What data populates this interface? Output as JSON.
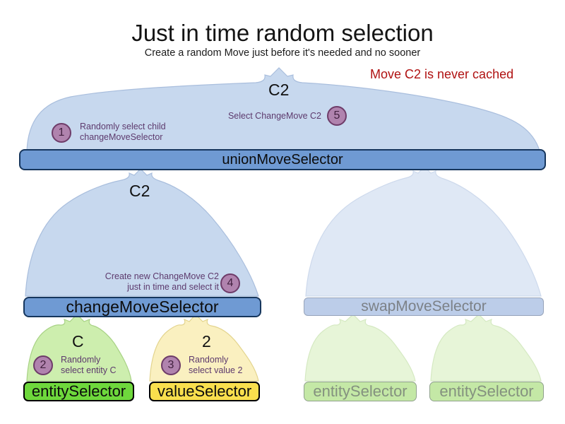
{
  "header": {
    "title": "Just in time random selection",
    "subtitle": "Create a random Move just before it's needed and no sooner",
    "warning": "Move C2 is never cached"
  },
  "flow_labels": {
    "c2_top": "C2",
    "c2_child": "C2",
    "entity_c": "C",
    "value_2": "2"
  },
  "selectors": {
    "union": "unionMoveSelector",
    "change": "changeMoveSelector",
    "swap": "swapMoveSelector",
    "entity": "entitySelector",
    "value": "valueSelector",
    "entity_faded_left": "entitySelector",
    "entity_faded_right": "entitySelector"
  },
  "steps": {
    "s1": {
      "num": "1",
      "line1": "Randomly select child",
      "line2": "changeMoveSelector"
    },
    "s2": {
      "num": "2",
      "line1": "Randomly",
      "line2": "select entity C"
    },
    "s3": {
      "num": "3",
      "line1": "Randomly",
      "line2": "select value 2"
    },
    "s4": {
      "num": "4",
      "line1": "Create new ChangeMove C2",
      "line2": "just in time and select it"
    },
    "s5": {
      "num": "5",
      "line1": "Select ChangeMove C2"
    }
  },
  "colors": {
    "selector_blue": "#6f9ad3",
    "dome_blue": "#c7d8ee",
    "dome_blue_faded": "#dfe8f5",
    "selector_green": "#6ed83c",
    "selector_yellow": "#f9df4d",
    "badge_purple": "#b083ae",
    "note_purple": "#5d3a6d",
    "warning_red": "#b01212"
  }
}
